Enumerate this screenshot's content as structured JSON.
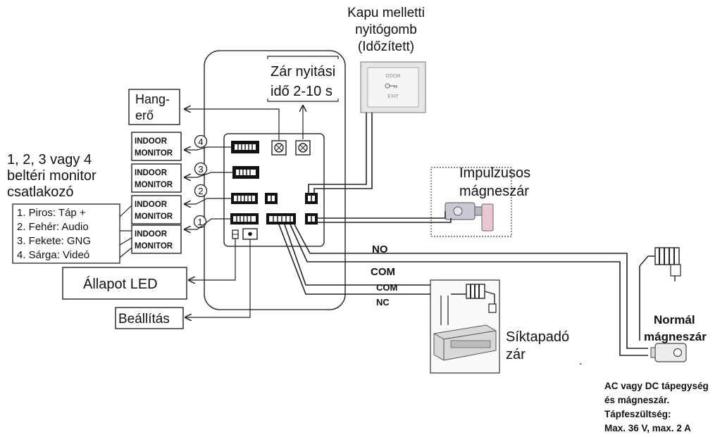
{
  "door_button": {
    "caption_lines": [
      "Kapu melletti",
      "nyitógomb",
      "(Időzített)"
    ],
    "plate_top": "DOOR",
    "plate_bottom": "EXIT"
  },
  "unlock_time": {
    "lines": [
      "Zár nyitási",
      "idő 2-10 s"
    ]
  },
  "volume": {
    "lines": [
      "Hang-",
      "erő"
    ]
  },
  "monitor_connector": {
    "heading_lines": [
      "1, 2, 3 vagy 4",
      "beltéri monitor",
      "csatlakozó"
    ],
    "pins": [
      "1. Piros: Táp +",
      "2. Fehér: Audio",
      "3. Fekete: GNG",
      "4. Sárga: Videó"
    ]
  },
  "indoor_monitors": [
    {
      "number": "4",
      "line1": "INDOOR",
      "line2": "MONITOR"
    },
    {
      "number": "3",
      "line1": "INDOOR",
      "line2": "MONITOR"
    },
    {
      "number": "2",
      "line1": "INDOOR",
      "line2": "MONITOR"
    },
    {
      "number": "1",
      "line1": "INDOOR",
      "line2": "MONITOR"
    }
  ],
  "status_led": "Állapot LED",
  "settings": "Beállítás",
  "pulse_lock": {
    "lines": [
      "Impulzusos",
      "mágneszár"
    ]
  },
  "relay": {
    "no": "NO",
    "com_main": "COM",
    "com": "COM",
    "nc": "NC"
  },
  "flat_lock": {
    "lines": [
      "Síktapadó",
      "zár"
    ]
  },
  "normal_lock": {
    "lines": [
      "Normál",
      "mágneszár"
    ]
  },
  "note_lines": [
    "AC vagy DC tápegység",
    "és mágneszár.",
    "Tápfeszültség:",
    "Max. 36 V, max. 2 A"
  ],
  "colors": {
    "line": "#222222",
    "text": "#111111",
    "background": "#ffffff"
  }
}
